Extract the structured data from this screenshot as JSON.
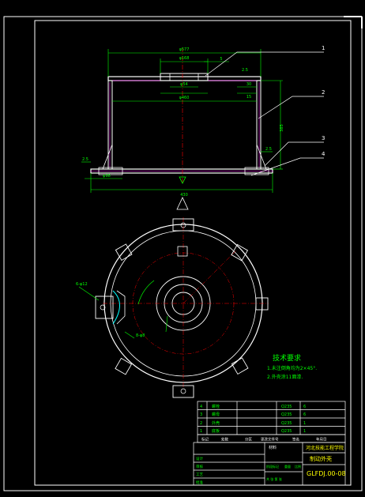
{
  "colors": {
    "background": "#000000",
    "frame": "#ffffff",
    "outline": "#ffffff",
    "dimension": "#00ff00",
    "center": "#ff0000",
    "hatch": "#ff00ff",
    "accent": "#00ffff",
    "leader": "#ffff00"
  },
  "elevation": {
    "dims": {
      "top_overall": "φ577",
      "top_flange": "φ168",
      "hole_inner": "φ54",
      "inner_dia": "φ460",
      "side_height": "385",
      "base_dia": "φ98",
      "bottom_overall": "430",
      "top_small_a": "5",
      "top_small_b": "2.5",
      "right_edge": "2.5",
      "left_offset": "2.5",
      "thick_a": "30",
      "thick_b": "15"
    },
    "callouts": [
      "1",
      "2",
      "3",
      "4"
    ]
  },
  "plan": {
    "callouts": {
      "bolt_holes": "6-φ12",
      "slot": "8-φ8"
    }
  },
  "tech": {
    "title": "技术要求",
    "lines": [
      "1.未注倒角均为2×45°.",
      "2.外壳涂11面漆."
    ]
  },
  "title_block": {
    "company": "河北技能工程学院",
    "part_name": "制动外壳",
    "drawing_no": "GLFDJ.00-08",
    "material_label": "材料",
    "parts": [
      {
        "code": "4",
        "name": "螺栓",
        "std": "Q235",
        "qty": "6"
      },
      {
        "code": "3",
        "name": "螺母",
        "std": "Q235",
        "qty": "6"
      },
      {
        "code": "2",
        "name": "外壳",
        "std": "Q235",
        "qty": "1"
      },
      {
        "code": "1",
        "name": "底板",
        "std": "Q235",
        "qty": "1"
      }
    ],
    "headers": [
      "标记",
      "处数",
      "分区",
      "更改文件号",
      "签名",
      "年月日"
    ],
    "role_labels": [
      "设计",
      "审核",
      "工艺",
      "批准"
    ],
    "scale_labels": [
      "阶段标记",
      "重量",
      "比例"
    ],
    "sheet_label": "共 张 第 张"
  }
}
